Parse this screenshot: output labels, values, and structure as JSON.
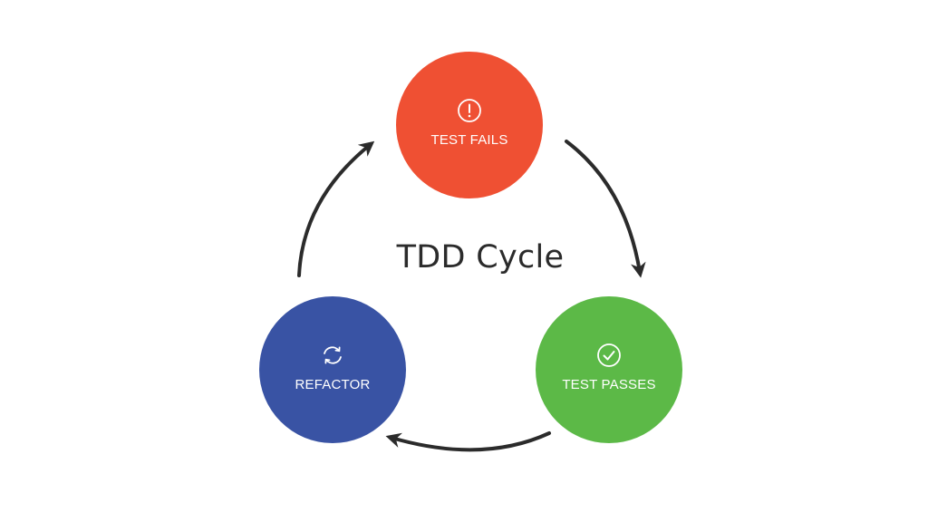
{
  "title": "TDD Cycle",
  "nodes": [
    {
      "id": "test-fails",
      "label": "TEST FAILS",
      "icon": "exclamation-circle-icon",
      "color": "#ef5033"
    },
    {
      "id": "test-passes",
      "label": "TEST PASSES",
      "icon": "check-circle-icon",
      "color": "#5cb947"
    },
    {
      "id": "refactor",
      "label": "REFACTOR",
      "icon": "refresh-icon",
      "color": "#3953a4"
    }
  ],
  "arrow_color": "#2b2b2b"
}
